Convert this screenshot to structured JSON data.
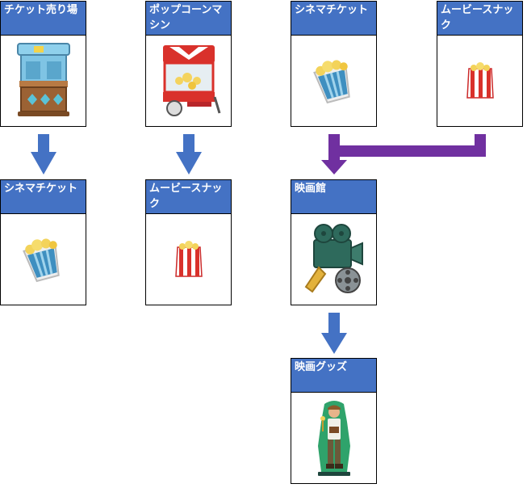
{
  "nodes": {
    "ticket_booth": {
      "label": "チケット売り場",
      "icon": "ticket-booth-icon"
    },
    "popcorn_machine": {
      "label": "ポップコーンマシン",
      "icon": "popcorn-machine-icon"
    },
    "cinema_ticket_top": {
      "label": "シネマチケット",
      "icon": "popcorn-bucket-icon"
    },
    "movie_snack_top": {
      "label": "ムービースナック",
      "icon": "popcorn-bag-icon"
    },
    "cinema_ticket": {
      "label": "シネマチケット",
      "icon": "popcorn-bucket-icon"
    },
    "movie_snack": {
      "label": "ムービースナック",
      "icon": "popcorn-bag-icon"
    },
    "movie_theater": {
      "label": "映画館",
      "icon": "film-camera-icon"
    },
    "movie_goods": {
      "label": "映画グッズ",
      "icon": "character-figure-icon"
    }
  },
  "colors": {
    "header": "#4472C4",
    "arrow_blue": "#4472C4",
    "arrow_purple": "#7030A0"
  }
}
